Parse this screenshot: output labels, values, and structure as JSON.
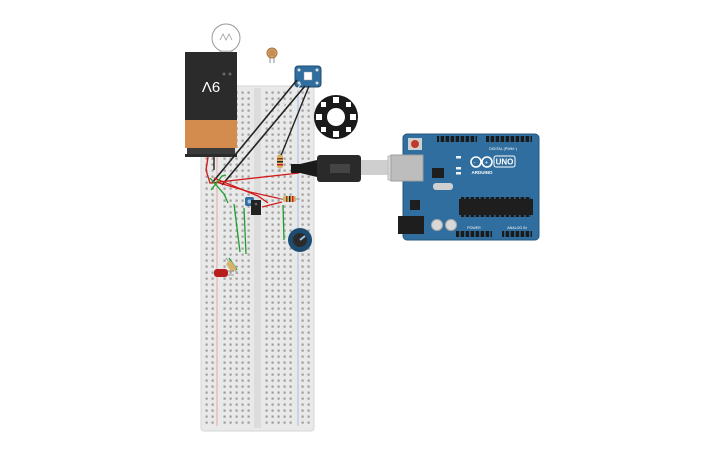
{
  "battery": {
    "label": "9V"
  },
  "arduino": {
    "brand": "ARDUINO",
    "model": "UNO",
    "digital_label": "DIGITAL (PWM~)",
    "power_label": "POWER",
    "analog_label": "ANALOG IN"
  },
  "colors": {
    "breadboard": "#e9e9e9",
    "arduino_board": "#2f6e9e",
    "battery_body": "#2b2b2b",
    "battery_cap": "#d38b4e",
    "wire_red": "#d21c1c",
    "wire_green": "#1e9e2e",
    "wire_black": "#222222"
  }
}
